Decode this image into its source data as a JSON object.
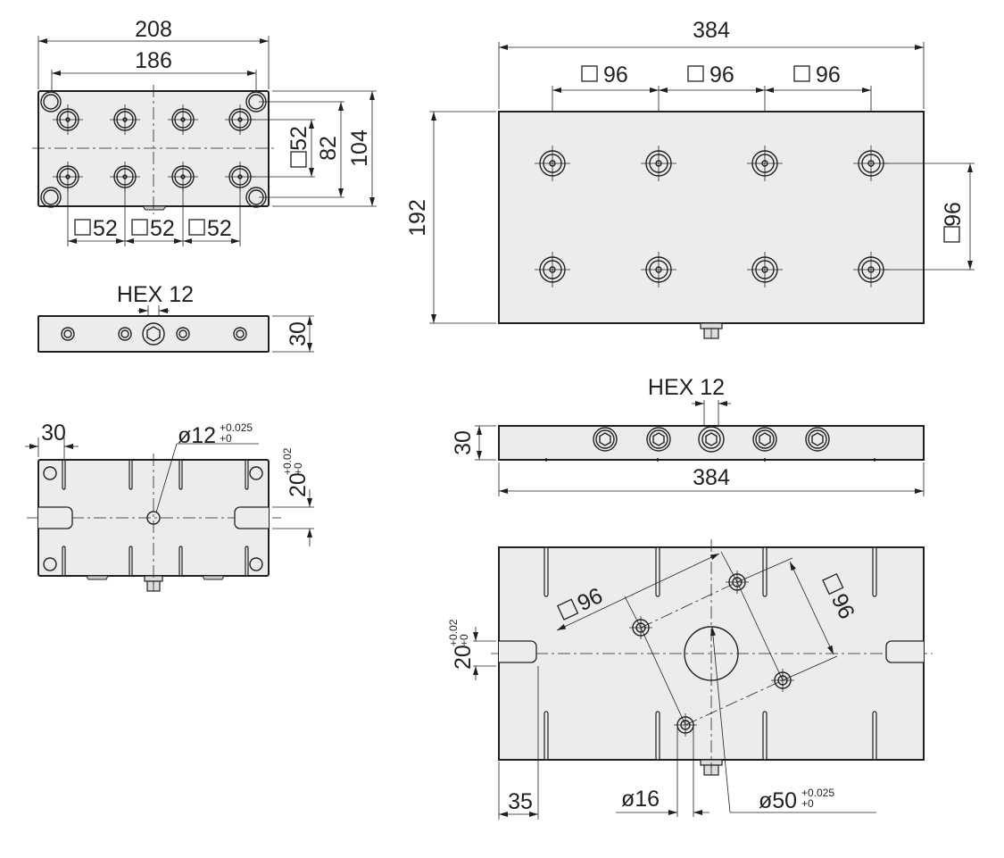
{
  "drawing": {
    "top_left_view": {
      "width": "208",
      "hole_span": "186",
      "height": "104",
      "pitch_v": "82",
      "pitch_sq_v": "52",
      "pitch_sq_h": [
        "52",
        "52",
        "52"
      ]
    },
    "side_left_view": {
      "hex_label": "HEX 12",
      "thickness": "30"
    },
    "bottom_left_view": {
      "edge_offset": "30",
      "bore_main": "ø12",
      "bore_tol_upper": "+0.025",
      "bore_tol_lower": "+0",
      "slot_width": "20",
      "slot_tol_upper": "+0.02",
      "slot_tol_lower": "+0"
    },
    "top_right_view": {
      "width": "384",
      "height": "192",
      "pitch_sq_h": [
        "96",
        "96",
        "96"
      ],
      "pitch_sq_v": "96"
    },
    "side_right_view": {
      "hex_label": "HEX 12",
      "thickness": "30",
      "width": "384"
    },
    "bottom_right_view": {
      "pitch_sq_a": "96",
      "pitch_sq_b": "96",
      "slot_width": "20",
      "slot_tol_upper": "+0.02",
      "slot_tol_lower": "+0",
      "edge_offset": "35",
      "hole_dia": "ø16",
      "bore_main": "ø50",
      "bore_tol_upper": "+0.025",
      "bore_tol_lower": "+0"
    },
    "square_symbol": "□"
  }
}
